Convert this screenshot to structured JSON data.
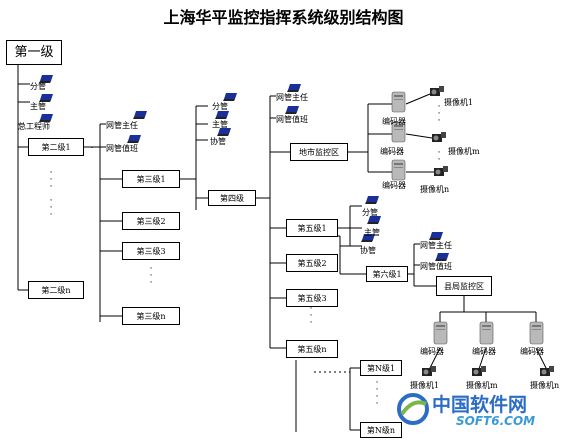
{
  "title": "上海华平监控指挥系统级别结构图",
  "levels": {
    "level1": "第一级",
    "level2_1": "第二级1",
    "level2_n": "第二级n",
    "level3_1": "第三级1",
    "level3_2": "第三级2",
    "level3_3": "第三级3",
    "level3_n": "第三级n",
    "level4": "第四级",
    "level5_1": "第五级1",
    "level5_2": "第五级2",
    "level5_3": "第五级3",
    "level5_n": "第五级n",
    "level6_1": "第六级1",
    "levelN_1": "第N级1",
    "levelN_n": "第N级n"
  },
  "roles": {
    "fenguan": "分管",
    "zhuguan": "主管",
    "zonggongchengshi": "总工程师",
    "wangguan_zhuren": "网管主任",
    "wangguan_zhiban": "网管值班",
    "xieguan": "协管"
  },
  "monitor": {
    "city_center": "地市监控区",
    "county_area": "县局监控区",
    "encoder": "编码器",
    "camera_1": "摄像机1",
    "camera_m": "摄像机m",
    "camera_n": "摄像机n"
  },
  "watermark": {
    "cn": "中国软件网",
    "en": "SOFT6.COM"
  },
  "colors": {
    "line": "#000000",
    "laptop_screen": "#1a2f9a",
    "watermark_blue": "#2b6cc4",
    "watermark_green": "#7ab648"
  }
}
